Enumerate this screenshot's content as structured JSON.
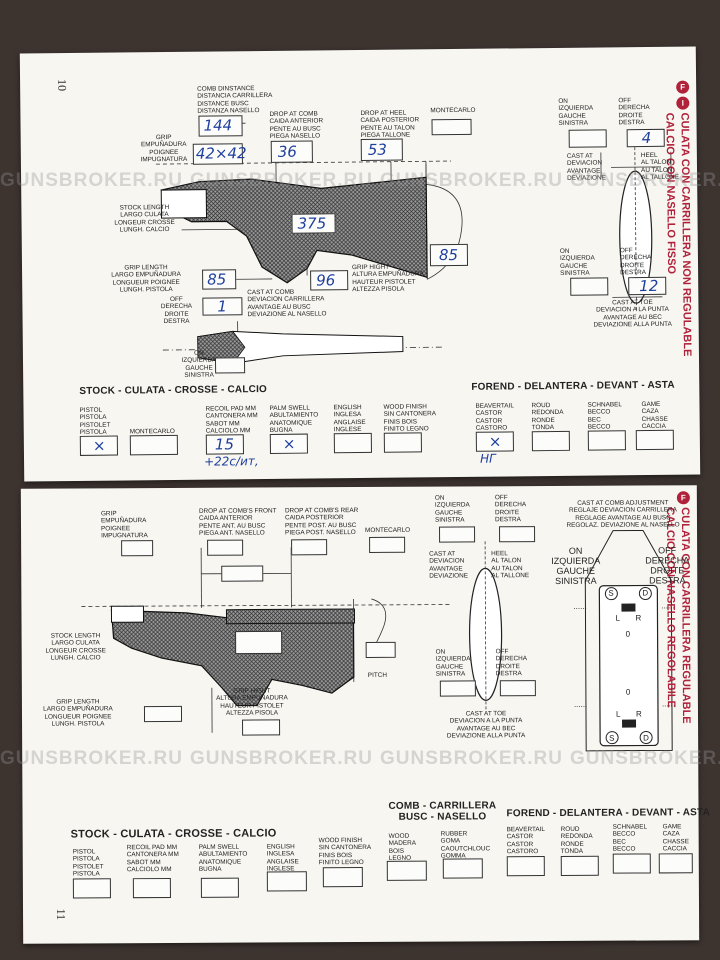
{
  "watermark": "GUNSBROKER.RU",
  "top_page": {
    "page_number": "10",
    "side_title_1": "CULATA CON CARRILLERA NON REGULABLE",
    "side_title_2": "CALCIO CON NASELLO FISSO",
    "side_badge_1": "F",
    "side_badge_2": "I",
    "labels": {
      "comb_distance": "COMB DINSTANCE\nDISTANCIA CARRILLERA\nDISTANCE BUSC\nDISTANZA NASELLO",
      "grip": "GRIP\nEMPUÑADURA\nPOIGNEE\nIMPUGNATURA",
      "drop_at_comb": "DROP AT COMB\nCAIDA ANTERIOR\nPENTE AU BUSC\nPIEGA NASELLO",
      "drop_at_heel": "DROP AT HEEL\nCAIDA POSTERIOR\nPENTE AU TALON\nPIEGA TALLONE",
      "montecarlo": "MONTECARLO",
      "stock_length": "STOCK LENGTH\nLARGO CULATA\nLONGEUR CROSSE\nLUNGH. CALCIO",
      "grip_length": "GRIP LENGTH\nLARGO EMPUÑADURA\nLONGUEUR POIGNEE\nLUNGH. PISTOLA",
      "grip_hight": "GRIP HIGHT\nALTURA EMPUÑADURA\nHAUTEUR PISTOLET\nALTEZZA PISOLA",
      "off_right": "OFF\nDERECHA\nDROITE\nDESTRA",
      "cast_at_comb": "CAST AT COMB\nDEVIACION CARRILLERA\nAVANTAGE AU BUSC\nDEVIAZIONE AL NASELLO",
      "on_left": "ON\nIZQUIERDA\nGAUCHE\nSINISTRA",
      "r_on_left_top": "ON\nIZQUIERDA\nGAUCHE\nSINISTRA",
      "r_off_right_top": "OFF\nDERECHA\nDROITE\nDESTRA",
      "cast_at_heel": "CAST AT\nDEVIACION\nAVANTAGE\nDEVIAZIONE",
      "heel": "HEEL\nAL TALON\nAU TALON\nAL TALLONE",
      "r_on_left_bot": "ON\nIZQUIERDA\nGAUCHE\nSINISTRA",
      "r_off_right_bot": "OFF\nDERECHA\nDROITE\nDESTRA",
      "cast_at_toe": "CAST AT TOE\nDEVIACION A LA PUNTA\nAVANTAGE AU BEC\nDEVIAZIONE ALLA PUNTA"
    },
    "values": {
      "comb_distance": "144",
      "grip": "42×42",
      "drop_at_comb": "36",
      "drop_at_heel": "53",
      "stock_length": "375",
      "pitch": "85",
      "grip_length": "85",
      "grip_hight": "96",
      "cast_off": "1",
      "cast_heel_off": "4",
      "cast_toe_off": "12"
    },
    "stock_section": {
      "title": "STOCK - CULATA - CROSSE - CALCIO",
      "pistol": "PISTOL\nPISTOLA\nPISTOLET\nPISTOLA",
      "montecarlo": "MONTECARLO",
      "recoil": "RECOIL PAD mm\nCANTONERA mm\nSABOT mm\nCALCIOLO mm",
      "palm": "PALM SWELL\nABULTAMIENTO\nANATOMIQUE\nBUGNA",
      "english": "ENGLISH\nINGLESA\nANGLAISE\nINGLESE",
      "wood": "WOOD FINISH\nSIN CANTONERA\nFINIS BOIS\nFINITO LEGNO",
      "pistol_mark": "×",
      "recoil_value": "15",
      "recoil_note": "+22c/ит,",
      "palm_mark": "×"
    },
    "forend_section": {
      "title": "FOREND - DELANTERA - DEVANT - ASTA",
      "beavertail": "BEAVERTAIL\nCASTOR\nCASTOR\nCASTORO",
      "round": "ROUD\nREDONDA\nRONDE\nTONDA",
      "schnabel": "SCHNABEL\nBECCO\nBEC\nBECCO",
      "game": "GAME\nCAZA\nCHASSE\nCACCIA",
      "beavertail_mark": "×",
      "beavertail_note": "НГ"
    }
  },
  "bottom_page": {
    "page_number": "11",
    "side_title_1": "CULATA CON CARRILLERA REGULABLE",
    "side_title_2": "CALCIO CON NASELLO REGOLABILE",
    "side_badge": "F",
    "labels": {
      "grip": "GRIP\nEMPUÑADURA\nPOIGNEE\nIMPUGNATURA",
      "drop_front": "DROP AT COMB'S FRONT\nCAIDA ANTERIOR\nPENTE ANT. AU BUSC\nPIEGA ANT. NASELLO",
      "drop_rear": "DROP AT COMB'S REAR\nCAIDA POSTERIOR\nPENTE POST. AU BUSC\nPIEGA POST. NASELLO",
      "montecarlo": "MONTECARLO",
      "stock_length": "STOCK LENGTH\nLARGO CULATA\nLONGEUR CROSSE\nLUNGH. CALCIO",
      "grip_length": "GRIP LENGTH\nLARGO EMPUÑADURA\nLONGUEUR POIGNEE\nLUNGH. PISTOLA",
      "grip_hight": "GRIP HIGHT\nALTURA EMPUÑADURA\nHAUTEUR PISTOLET\nALTEZZA PISOLA",
      "pitch": "PITCH",
      "r_on_left_top": "ON\nIZQUIERDA\nGAUCHE\nSINISTRA",
      "r_off_right_top": "OFF\nDERECHA\nDROITE\nDESTRA",
      "cast_at_heel": "CAST AT\nDEVIACION\nAVANTAGE\nDEVIAZIONE",
      "heel": "HEEL\nAL TALON\nAU TALON\nAL TALLONE",
      "r_on_left_bot": "ON\nIZQUIERDA\nGAUCHE\nSINISTRA",
      "r_off_right_bot": "OFF\nDERECHA\nDROITE\nDESTRA",
      "cast_at_toe": "CAST AT TOE\nDEVIACION A LA PUNTA\nAVANTAGE AU BEC\nDEVIAZIONE ALLA PUNTA",
      "cast_adjust": "CAST AT COMB ADJUSTMENT\nREGLAJE DEVIACION CARRILLERA\nREGLAGE AVANTAGE AU BUSC\nREGOLAZ. DEVIAZIONE AL NASELLO",
      "adj_on": "ON\nIZQUIERDA\nGAUCHE\nSINISTRA",
      "adj_off": "OFF\nDERECHA\nDROITE\nDESTRA",
      "s": "S",
      "d": "D",
      "l": "L",
      "r": "R",
      "zero": "0",
      "dots": "......"
    },
    "stock_section": {
      "title": "STOCK - CULATA - CROSSE - CALCIO",
      "pistol": "PISTOL\nPISTOLA\nPISTOLET\nPISTOLA",
      "recoil": "RECOIL PAD mm\nCANTONERA mm\nSABOT mm\nCALCIOLO mm",
      "palm": "PALM SWELL\nABULTAMIENTO\nANATOMIQUE\nBUGNA",
      "english": "ENGLISH\nINGLESA\nANGLAISE\nINGLESE",
      "wood": "WOOD FINISH\nSIN CANTONERA\nFINIS BOIS\nFINITO LEGNO"
    },
    "comb_section": {
      "title": "COMB - CARRILLERA\nBUSC - NASELLO",
      "wood": "WOOD\nMADERA\nBOIS\nLEGNO",
      "rubber": "RUBBER\nGOMA\nCAOUTCHLOUC\nGOMMA"
    },
    "forend_section": {
      "title": "FOREND - DELANTERA - DEVANT - ASTA",
      "beavertail": "BEAVERTAIL\nCASTOR\nCASTOR\nCASTORO",
      "round": "ROUD\nREDONDA\nRONDE\nTONDA",
      "schnabel": "SCHNABEL\nBECCO\nBEC\nBECCO",
      "game": "GAME\nCAZA\nCHASSE\nCACCIA"
    }
  }
}
